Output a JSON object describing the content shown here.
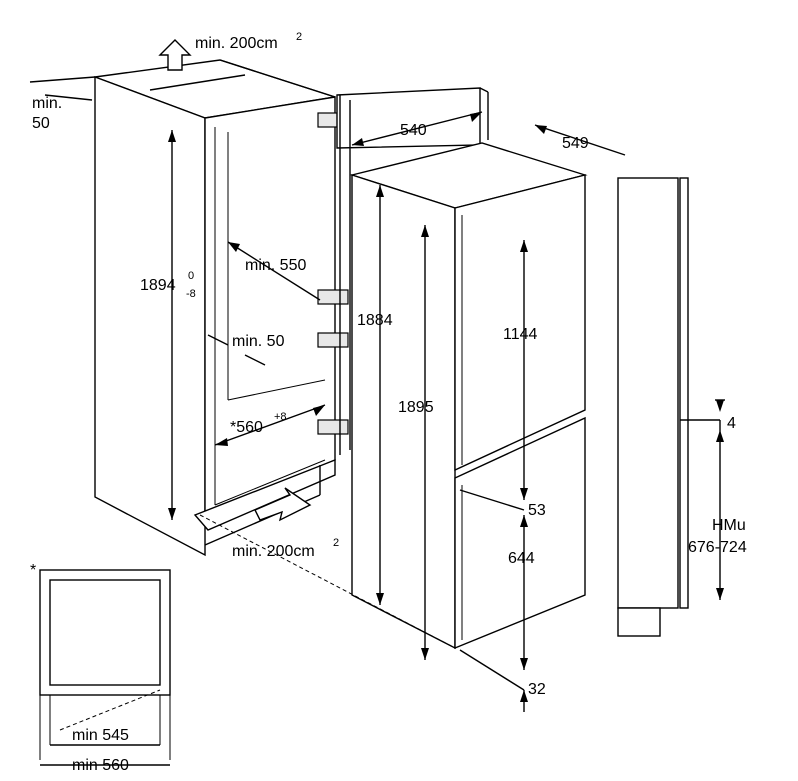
{
  "labels": {
    "vent_top": "min. 200cm",
    "vent_top_sup": "2",
    "vent_bottom": "min. 200cm",
    "vent_bottom_sup": "2",
    "gap_top_a": "min.",
    "gap_top_b": "50",
    "niche_height": "1894",
    "niche_height_tol_up": "0",
    "niche_height_tol_down": "-8",
    "niche_depth": "min. 550",
    "side_gap": "min. 50",
    "niche_width_star": "*560",
    "niche_width_tol": "+8",
    "appliance_width": "540",
    "appliance_depth": "549",
    "appliance_body_height": "1884",
    "appliance_total_height": "1895",
    "upper_door": "1144",
    "door_gap": "53",
    "lower_door": "644",
    "bottom_gap": "32",
    "hinge_offset": "4",
    "hmu_title": "HMu",
    "hmu_range": "676-724",
    "asterisk": "*",
    "min_545": "min 545",
    "min_560": "min 560"
  },
  "icons": [
    "vent-arrow-up-icon",
    "vent-arrow-diagonal-icon",
    "hinge-icon"
  ]
}
